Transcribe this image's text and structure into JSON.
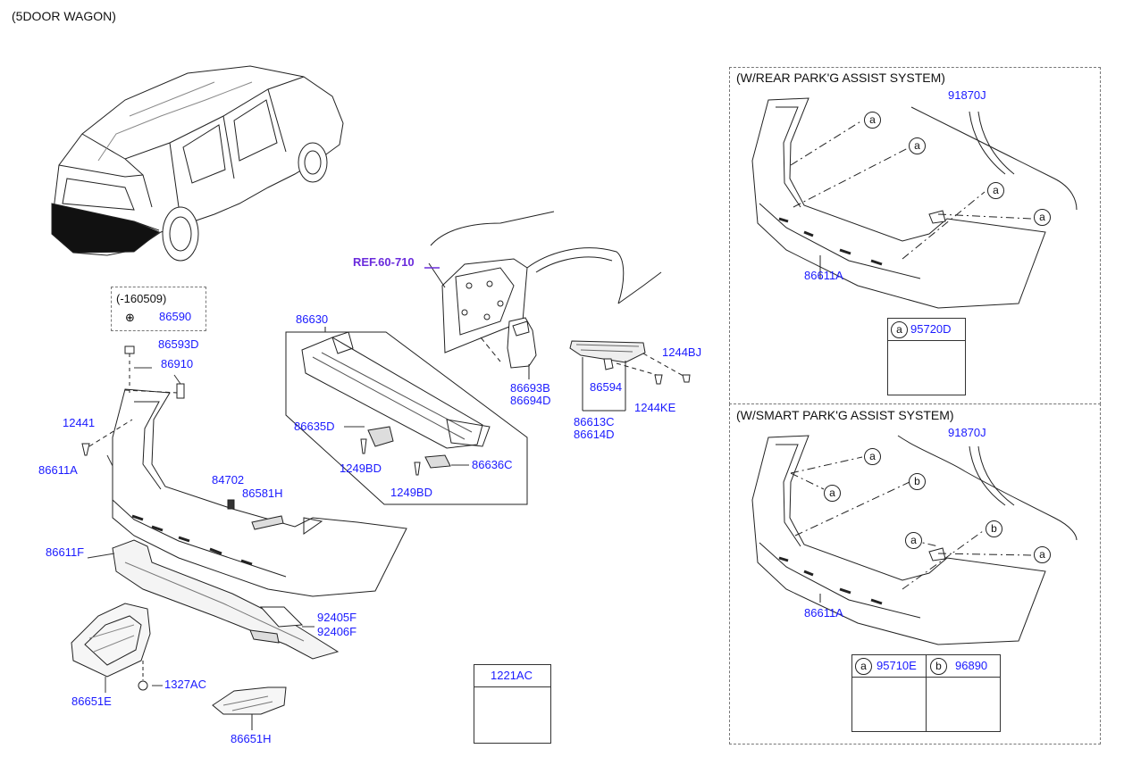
{
  "header": {
    "variant": "(5DOOR WAGON)"
  },
  "ref_note": "REF.60-710",
  "date_note": "(-160509)",
  "parts": {
    "p86590": "86590",
    "p86593D": "86593D",
    "p86910": "86910",
    "p12441": "12441",
    "p86611A": "86611A",
    "p86630": "86630",
    "p86635D": "86635D",
    "p1249BD_a": "1249BD",
    "p86636C": "86636C",
    "p1249BD_b": "1249BD",
    "p84702": "84702",
    "p86581H": "86581H",
    "p86611F": "86611F",
    "p92405F": "92405F",
    "p92406F": "92406F",
    "p86651E": "86651E",
    "p1327AC": "1327AC",
    "p86651H": "86651H",
    "p86693B": "86693B",
    "p86694D": "86694D",
    "p86594": "86594",
    "p86613C": "86613C",
    "p86614D": "86614D",
    "p1244BJ": "1244BJ",
    "p1244KE": "1244KE"
  },
  "screw_box": {
    "title": "1221AC"
  },
  "rear_park": {
    "title": "(W/REAR PARK'G ASSIST SYSTEM)",
    "harness": "91870J",
    "bumper": "86611A",
    "callouts": [
      "a",
      "a",
      "a",
      "a"
    ],
    "sensor_callout": "a",
    "sensor_part": "95720D"
  },
  "smart_park": {
    "title": "(W/SMART PARK'G ASSIST SYSTEM)",
    "harness": "91870J",
    "bumper": "86611A",
    "callouts": [
      "a",
      "a",
      "b",
      "a",
      "b",
      "a"
    ],
    "sensor_a_callout": "a",
    "sensor_a_part": "95710E",
    "sensor_b_callout": "b",
    "sensor_b_part": "96890"
  }
}
